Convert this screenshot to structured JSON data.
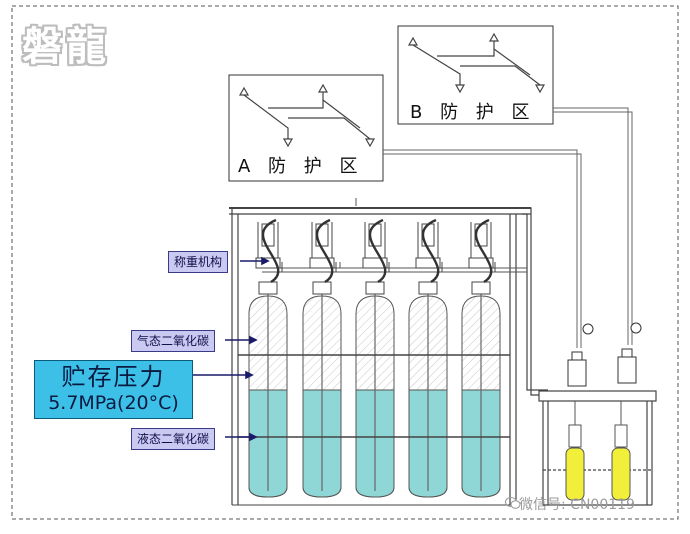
{
  "brand": {
    "logo_text": "磐龍"
  },
  "zones": {
    "a_label": "A 防 护 区",
    "b_label": "B 防 护 区"
  },
  "callouts": {
    "weighing": "称重机构",
    "gas_co2": "气态二氧化碳",
    "liquid_co2": "液态二氧化碳"
  },
  "pressure": {
    "title": "贮存压力",
    "value": "5.7MPa(20°C)"
  },
  "watermark": {
    "text": "微信号: CN00119"
  },
  "colors": {
    "liquid": "#8fd6d6",
    "callout_bg": "#c9c9f2",
    "pressure_bg": "#3cc0e8",
    "pilot_cylinder": "#f2ef3a"
  }
}
